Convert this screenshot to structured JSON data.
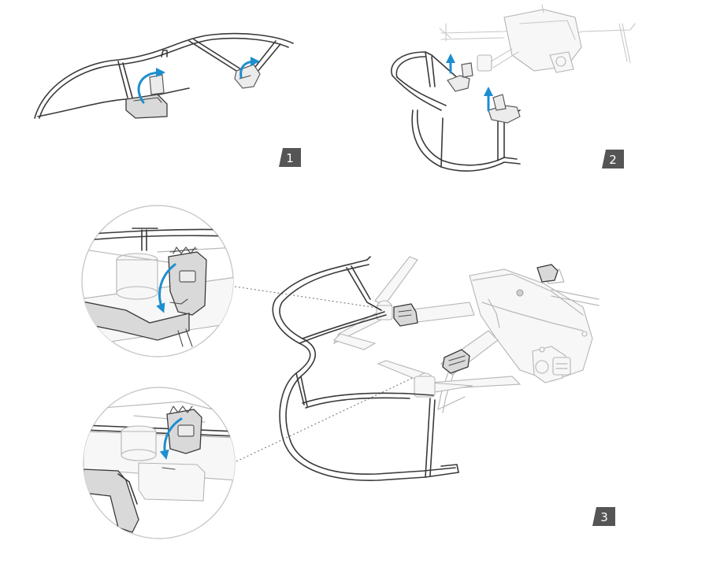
{
  "steps": [
    {
      "number": "1"
    },
    {
      "number": "2"
    },
    {
      "number": "3"
    }
  ],
  "colors": {
    "badge": "#555555",
    "arrow": "#1d8ecf",
    "line": "#3a3a3a",
    "light_line": "#b9b9b9",
    "dotted_leader": "#7a7a7a"
  },
  "icons": {
    "step_badge": "step-number-badge",
    "rotation_arrow": "curved-arrow-icon",
    "lift_arrow": "up-arrow-icon",
    "press_arrow": "curved-down-arrow-icon"
  }
}
